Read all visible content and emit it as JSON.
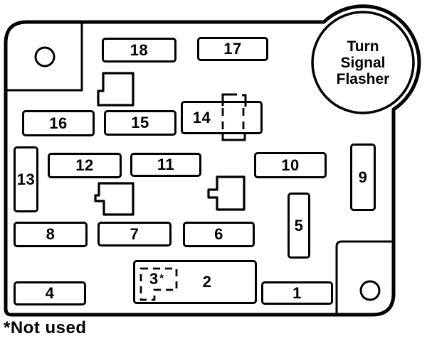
{
  "page": {
    "background": "#ffffff",
    "line_color": "#000000"
  },
  "flasher": {
    "line1": "Turn",
    "line2": "Signal",
    "line3": "Flasher"
  },
  "note": "*Not used",
  "fuses": [
    {
      "label": "1"
    },
    {
      "label": "2"
    },
    {
      "label": "3",
      "suffix": "*"
    },
    {
      "label": "4"
    },
    {
      "label": "5"
    },
    {
      "label": "6"
    },
    {
      "label": "7"
    },
    {
      "label": "8"
    },
    {
      "label": "9"
    },
    {
      "label": "10"
    },
    {
      "label": "11"
    },
    {
      "label": "12"
    },
    {
      "label": "13"
    },
    {
      "label": "14"
    },
    {
      "label": "15"
    },
    {
      "label": "16"
    },
    {
      "label": "17"
    },
    {
      "label": "18"
    }
  ]
}
